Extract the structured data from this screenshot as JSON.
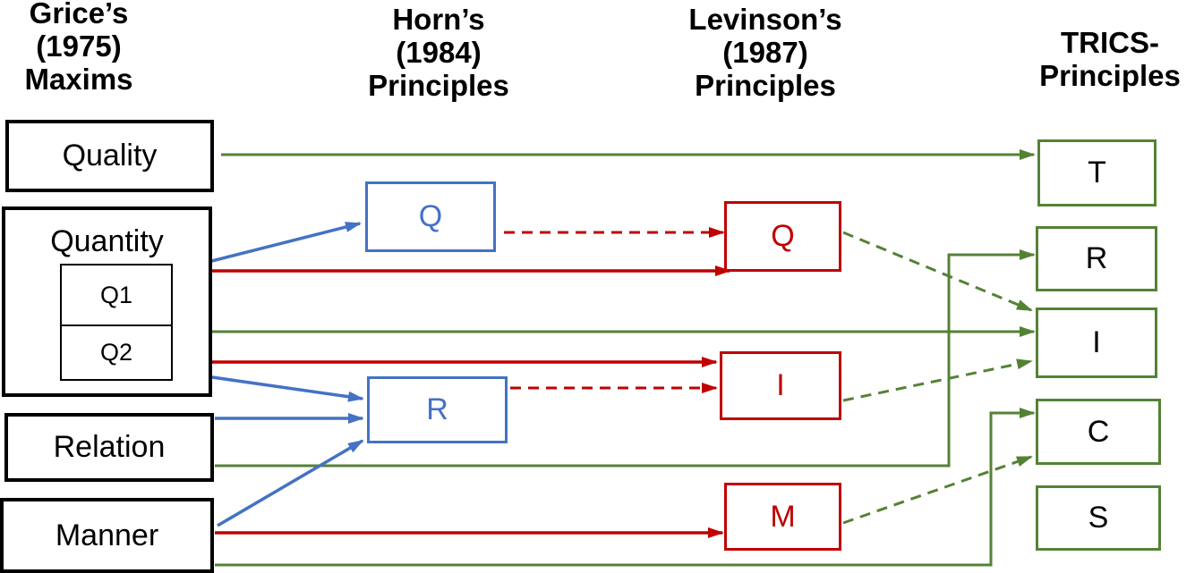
{
  "headers": {
    "grice": [
      "Grice’s",
      "(1975)",
      "Maxims"
    ],
    "horn": [
      "Horn’s",
      "(1984)",
      "Principles"
    ],
    "levinson": [
      "Levinson’s",
      "(1987)",
      "Principles"
    ],
    "trics": [
      "TRICS-",
      "Principles"
    ]
  },
  "grice_maxims": {
    "quality": "Quality",
    "quantity": "Quantity",
    "q1": "Q1",
    "q2": "Q2",
    "relation": "Relation",
    "manner": "Manner"
  },
  "horn_principles": {
    "q": "Q",
    "r": "R"
  },
  "levinson_principles": {
    "q": "Q",
    "i": "I",
    "m": "M"
  },
  "trics_principles": {
    "t": "T",
    "r": "R",
    "i": "I",
    "c": "C",
    "s": "S"
  },
  "colors": {
    "horn": "#4472c4",
    "levinson": "#c00000",
    "trics": "#548235",
    "grice": "#000000"
  }
}
